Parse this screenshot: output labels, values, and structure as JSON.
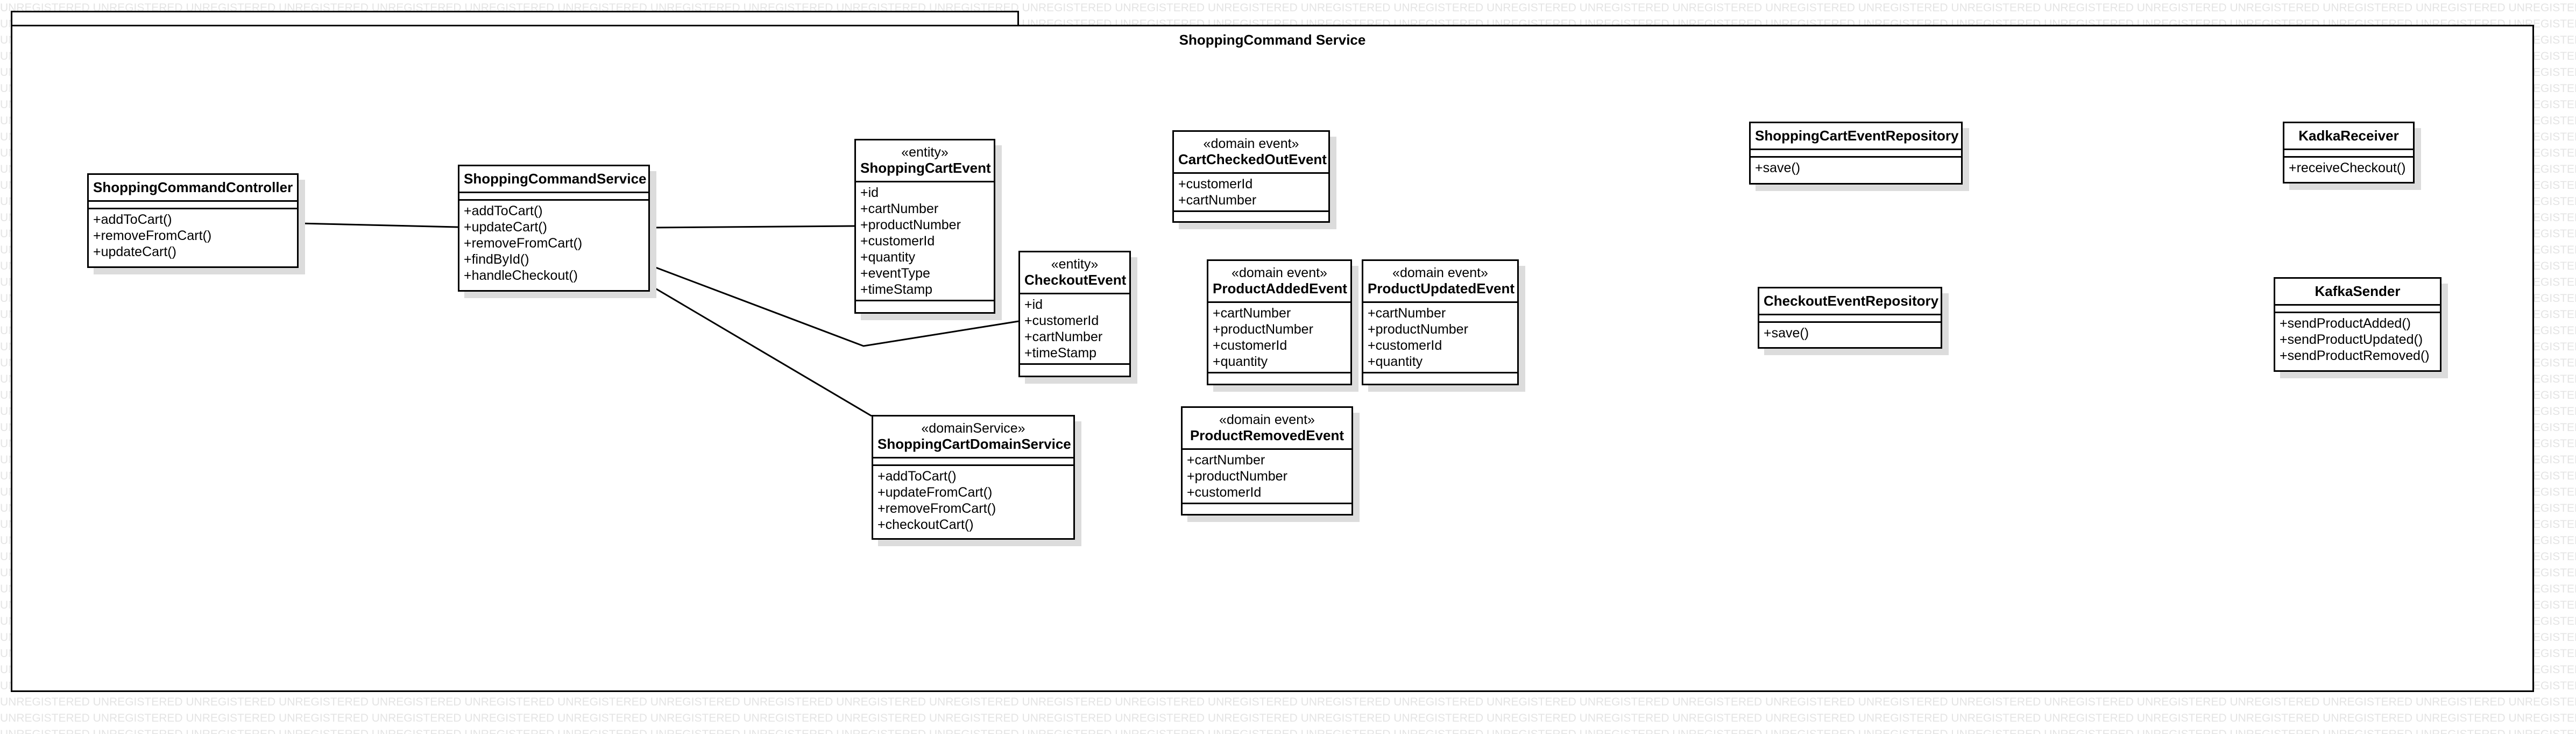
{
  "watermark": {
    "text": "UNREGISTERED"
  },
  "package": {
    "title": "ShoppingCommand Service"
  },
  "classes": {
    "controller": {
      "stereotype": "",
      "name": "ShoppingCommandController",
      "attributes": [],
      "operations": [
        "+addToCart()",
        "+removeFromCart()",
        "+updateCart()"
      ]
    },
    "service": {
      "stereotype": "",
      "name": "ShoppingCommandService",
      "attributes": [],
      "operations": [
        "+addToCart()",
        "+updateCart()",
        "+removeFromCart()",
        "+findById()",
        "+handleCheckout()"
      ]
    },
    "cartEvent": {
      "stereotype": "«entity»",
      "name": "ShoppingCartEvent",
      "attributes": [
        "+id",
        "+cartNumber",
        "+productNumber",
        "+customerId",
        "+quantity",
        "+eventType",
        "+timeStamp"
      ],
      "operations": []
    },
    "checkoutEvent": {
      "stereotype": "«entity»",
      "name": "CheckoutEvent",
      "attributes": [
        "+id",
        "+customerId",
        "+cartNumber",
        "+timeStamp"
      ],
      "operations": []
    },
    "domainService": {
      "stereotype": "«domainService»",
      "name": "ShoppingCartDomainService",
      "attributes": [],
      "operations": [
        "+addToCart()",
        "+updateFromCart()",
        "+removeFromCart()",
        "+checkoutCart()"
      ]
    },
    "cartCheckedOut": {
      "stereotype": "«domain event»",
      "name": "CartCheckedOutEvent",
      "attributes": [
        "+customerId",
        "+cartNumber"
      ],
      "operations": []
    },
    "productAdded": {
      "stereotype": "«domain event»",
      "name": "ProductAddedEvent",
      "attributes": [
        "+cartNumber",
        "+productNumber",
        "+customerId",
        "+quantity"
      ],
      "operations": []
    },
    "productUpdated": {
      "stereotype": "«domain event»",
      "name": "ProductUpdatedEvent",
      "attributes": [
        "+cartNumber",
        "+productNumber",
        "+customerId",
        "+quantity"
      ],
      "operations": []
    },
    "productRemoved": {
      "stereotype": "«domain event»",
      "name": "ProductRemovedEvent",
      "attributes": [
        "+cartNumber",
        "+productNumber",
        "+customerId"
      ],
      "operations": []
    },
    "cartEventRepo": {
      "stereotype": "",
      "name": "ShoppingCartEventRepository",
      "attributes": [],
      "operations": [
        "+save()"
      ]
    },
    "checkoutEventRepo": {
      "stereotype": "",
      "name": "CheckoutEventRepository",
      "attributes": [],
      "operations": [
        "+save()"
      ]
    },
    "kadkaReceiver": {
      "stereotype": "",
      "name": "KadkaReceiver",
      "attributes": [],
      "operations": [
        "+receiveCheckout()"
      ]
    },
    "kafkaSender": {
      "stereotype": "",
      "name": "KafkaSender",
      "attributes": [],
      "operations": [
        "+sendProductAdded()",
        "+sendProductUpdated()",
        "+sendProductRemoved()"
      ]
    }
  }
}
